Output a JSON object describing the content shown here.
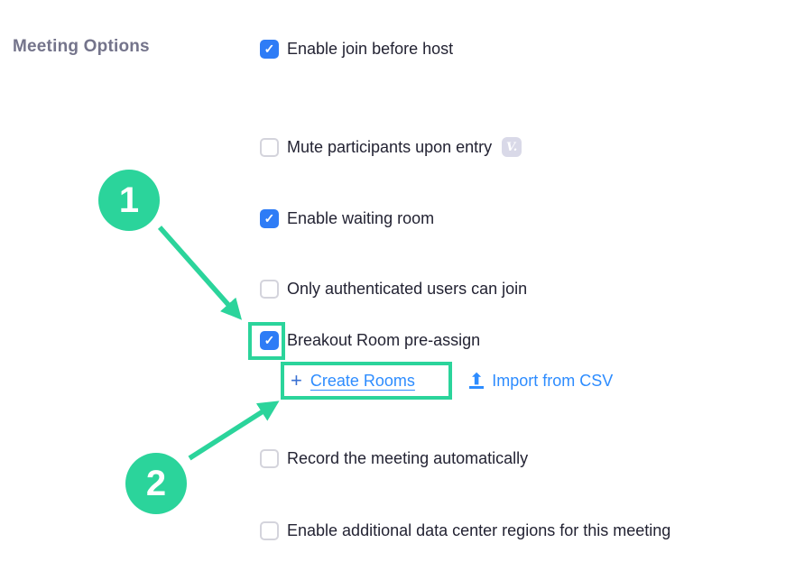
{
  "section_label": "Meeting Options",
  "icons": {
    "checkmark": "✓",
    "plus": "+",
    "version_badge": "V.",
    "upload_arrow": "⬆"
  },
  "options": [
    {
      "label": "Enable join before host",
      "checked": true
    },
    {
      "label": "Mute participants upon entry",
      "checked": false,
      "has_badge": true
    },
    {
      "label": "Enable waiting room",
      "checked": true
    },
    {
      "label": "Only authenticated users can join",
      "checked": false
    },
    {
      "label": "Breakout Room pre-assign",
      "checked": true,
      "highlighted": true
    },
    {
      "label": "Record the meeting automatically",
      "checked": false
    },
    {
      "label": "Enable additional data center regions for this meeting",
      "checked": false
    }
  ],
  "breakout_links": {
    "create_rooms": "Create Rooms",
    "import_csv": "Import from CSV"
  },
  "annotations": {
    "step1": "1",
    "step2": "2"
  },
  "colors": {
    "annotation_green": "#2BD49B",
    "link_blue": "#2D8CFF",
    "checkbox_blue": "#2E7CF6",
    "text_dark": "#232333",
    "section_label_gray": "#74748B"
  }
}
